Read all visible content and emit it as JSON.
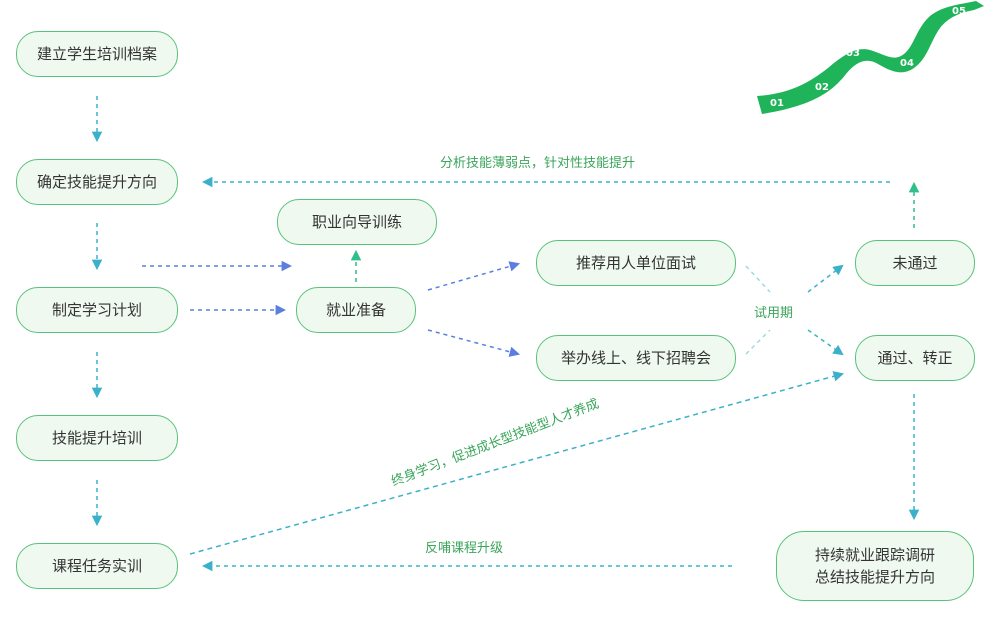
{
  "nodes": {
    "n1": "建立学生培训档案",
    "n2": "确定技能提升方向",
    "n3": "制定学习计划",
    "n4": "技能提升培训",
    "n5": "课程任务实训",
    "career_guide": "职业向导训练",
    "job_prep": "就业准备",
    "recommend": "推荐用人单位面试",
    "job_fair": "举办线上、线下招聘会",
    "not_passed": "未通过",
    "passed": "通过、转正",
    "continuous_line1": "持续就业跟踪调研",
    "continuous_line2": "总结技能提升方向"
  },
  "labels": {
    "analyze": "分析技能薄弱点，针对性技能提升",
    "probation": "试用期",
    "lifelong": "终身学习，促进成长型技能型人才养成",
    "feedback": "反哺课程升级"
  },
  "road_markers": [
    "01",
    "02",
    "03",
    "04",
    "05"
  ],
  "colors": {
    "green": "#58c27a",
    "green_dark": "#1fb45a",
    "node_fill": "#f0f9f0",
    "teal_arrow": "#3bb1c9",
    "blue_arrow": "#5b7fe0",
    "teal_green_arrow": "#2fbf8a",
    "label_green": "#3aa55a"
  }
}
